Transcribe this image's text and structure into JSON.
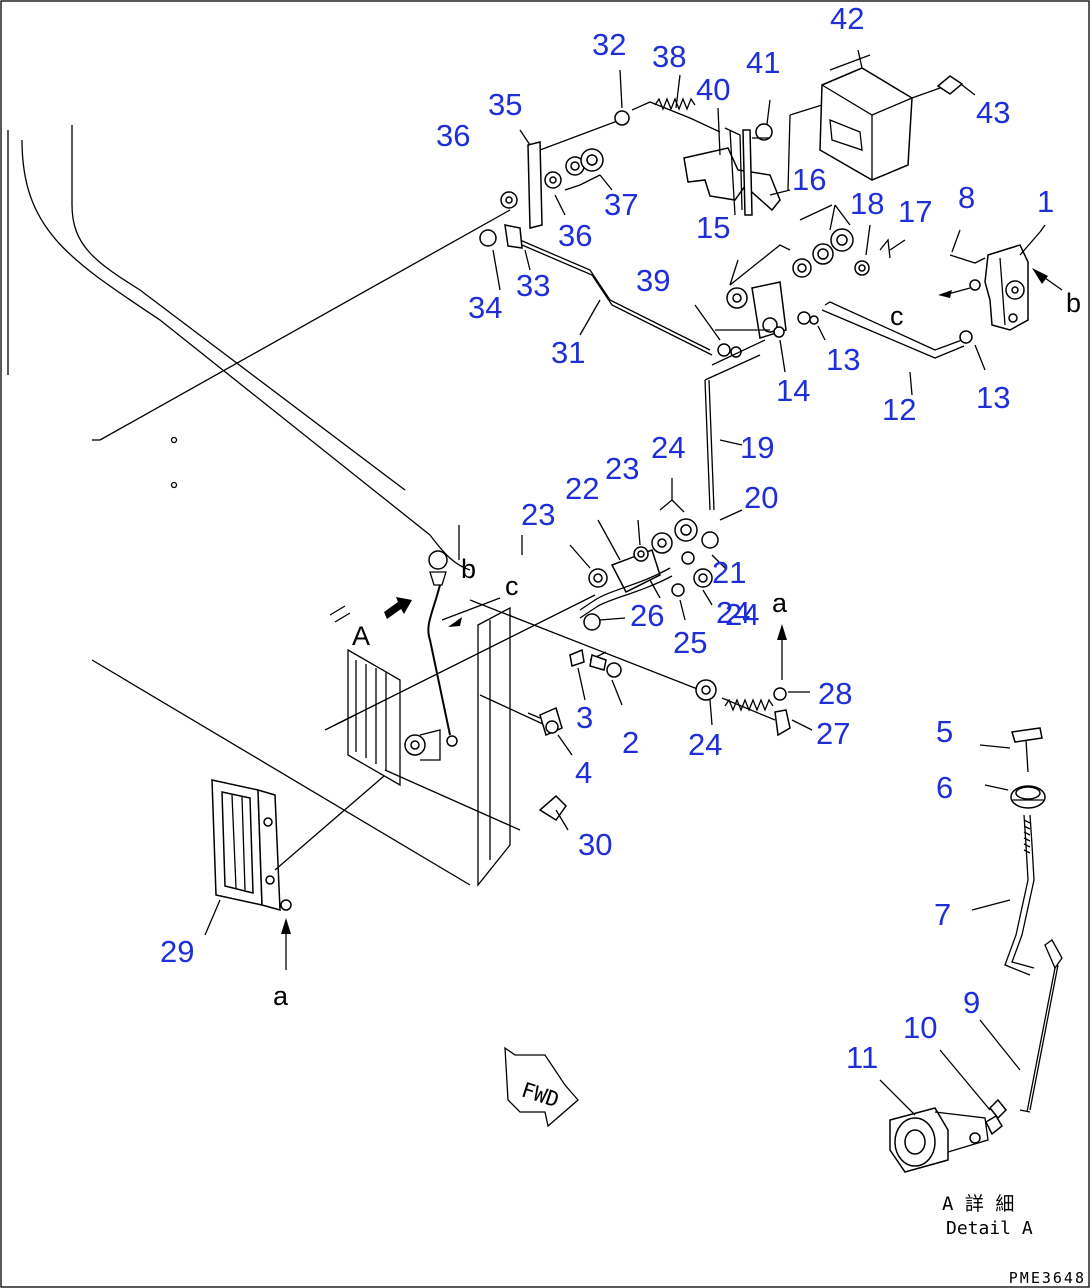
{
  "diagram": {
    "part_numbers": [
      "1",
      "2",
      "3",
      "4",
      "5",
      "6",
      "7",
      "8",
      "9",
      "10",
      "11",
      "12",
      "13",
      "13",
      "14",
      "15",
      "16",
      "17",
      "18",
      "19",
      "20",
      "21",
      "22",
      "23",
      "23",
      "24",
      "24",
      "24",
      "24",
      "25",
      "26",
      "27",
      "28",
      "29",
      "30",
      "31",
      "32",
      "33",
      "34",
      "35",
      "36",
      "36",
      "37",
      "38",
      "39",
      "40",
      "41",
      "42",
      "43"
    ],
    "letters": {
      "a_top": "a",
      "a_bottom": "a",
      "b_right": "b",
      "b_left": "b",
      "c_right": "c",
      "c_left": "c",
      "view_A": "A"
    },
    "fwd_label": "FWD",
    "detail_label_jp": "A 詳 細",
    "detail_label_en": "Detail A",
    "drawing_code": "PME3648"
  },
  "colors": {
    "part_number": "#1f2fd8",
    "linework": "#000000",
    "background": "#ffffff"
  }
}
